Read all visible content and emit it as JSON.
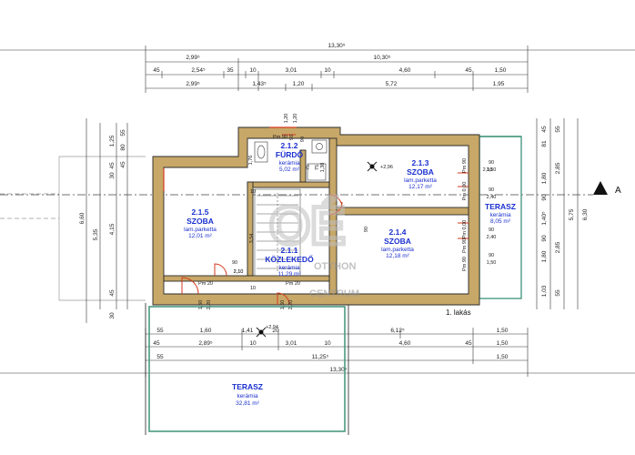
{
  "dimensions": {
    "top_total": "13,30⁵",
    "top_row2": [
      "2,99⁵",
      "10,30⁵"
    ],
    "top_row3": [
      "45",
      "2,54⁵",
      "35",
      "10",
      "3,01",
      "10",
      "4,60",
      "45",
      "1,50"
    ],
    "top_row4": [
      "2,99⁵",
      "1,43⁵",
      "1,20",
      "5,72",
      "1,95"
    ],
    "bottom_row1": [
      "55",
      "1,60",
      "1,41",
      "20",
      "6,12⁵",
      "1,50"
    ],
    "bottom_row2": [
      "45",
      "2,89⁵",
      "10",
      "3,01",
      "10",
      "4,60",
      "45",
      "1,50"
    ],
    "bottom_row3": [
      "55",
      "11,25⁵",
      "1,50"
    ],
    "bottom_total": "13,30⁵",
    "left_outer": "6,60",
    "left_mid": "5,35",
    "left_inner": [
      "1,25",
      "45",
      "30",
      "4,15",
      "45",
      "30"
    ],
    "left_row": [
      "55",
      "80",
      "45"
    ],
    "right_inner": [
      "81",
      "1,80",
      "1,40⁵",
      "1,80",
      "1,03"
    ],
    "right_mid": [
      "55",
      "2,85",
      "2,85",
      "55"
    ],
    "right_outer": [
      "5,75",
      "6,30"
    ],
    "right_small": [
      "45",
      "90",
      "90"
    ],
    "misc": [
      "1,20",
      "1,20",
      "90",
      "90",
      "1,76",
      "75",
      "75",
      "1,38",
      "2,10",
      "2,40",
      "1,50",
      "2,40",
      "1,50",
      "2,10",
      "90",
      "90",
      "90",
      "90",
      "1,60",
      "2,20",
      "1,60",
      "2,20",
      "2,10",
      "90",
      "90",
      "3,54",
      "10",
      "10"
    ],
    "levels": [
      "+2,96",
      "+2,94"
    ],
    "parapet": [
      "Pm 90",
      "Pm 20",
      "Pm 20",
      "Pm 90",
      "Pm 0,00",
      "Pm 0,00",
      "Pm 90",
      "Pm 90"
    ]
  },
  "rooms": [
    {
      "id": "2.1.2",
      "name": "FÜRDŐ",
      "floor": "kerámia",
      "area": "5,02 m²"
    },
    {
      "id": "2.1.3",
      "name": "SZOBA",
      "floor": "lam.parketta",
      "area": "12,17 m²"
    },
    {
      "id": "2.1.5",
      "name": "SZOBA",
      "floor": "lam.parketta",
      "area": "12,01 m²"
    },
    {
      "id": "2.1.1",
      "name": "KÖZLEKEDŐ",
      "floor": "kerámia",
      "area": "11,29 m²"
    },
    {
      "id": "2.1.4",
      "name": "SZOBA",
      "floor": "lam.parketta",
      "area": "12,18 m²"
    },
    {
      "id": "",
      "name": "TERASZ",
      "floor": "kerámia",
      "area": "8,05 m²"
    },
    {
      "id": "",
      "name": "TERASZ",
      "floor": "kerámia",
      "area": "32,81 m²"
    }
  ],
  "unit_label": "1. lakás",
  "section_marker": "A",
  "watermark": {
    "big": "OÉ",
    "line1": "OTTHON",
    "line2": "CENTRUM"
  },
  "colors": {
    "wall": "#c8a868",
    "wall_stroke": "#2a2a2a",
    "room_text": "#1a2fd0",
    "terrace": "#4a9a82",
    "door": "#d23a1e"
  }
}
